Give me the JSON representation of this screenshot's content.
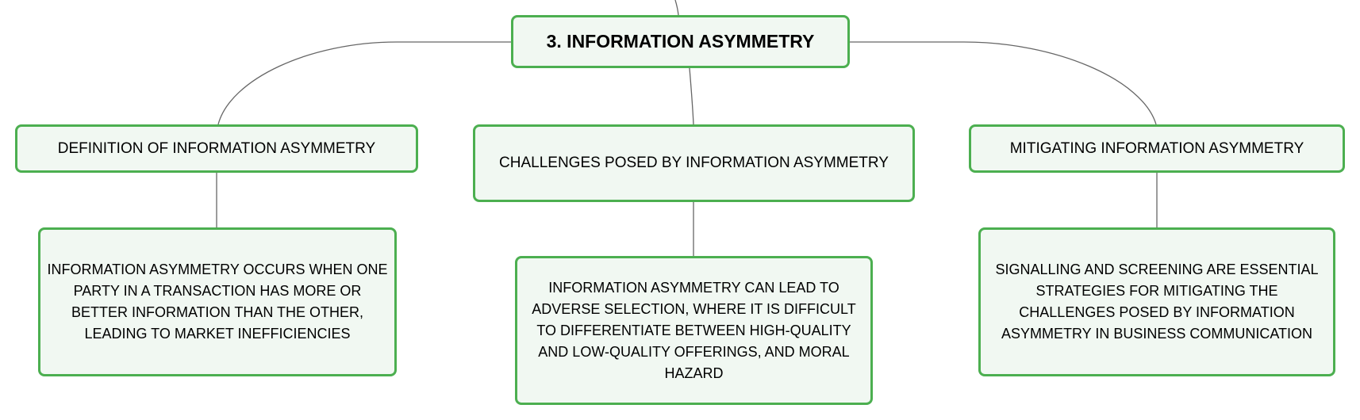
{
  "root": {
    "label": "3. INFORMATION ASYMMETRY"
  },
  "branches": [
    {
      "label": "DEFINITION OF INFORMATION ASYMMETRY",
      "detail": "INFORMATION ASYMMETRY OCCURS WHEN ONE PARTY IN A TRANSACTION HAS MORE OR BETTER INFORMATION THAN THE OTHER, LEADING TO MARKET INEFFICIENCIES"
    },
    {
      "label": "CHALLENGES POSED BY INFORMATION ASYMMETRY",
      "detail": "INFORMATION ASYMMETRY CAN LEAD TO ADVERSE SELECTION, WHERE IT IS DIFFICULT TO DIFFERENTIATE BETWEEN HIGH-QUALITY AND LOW-QUALITY OFFERINGS, AND MORAL HAZARD"
    },
    {
      "label": "MITIGATING INFORMATION ASYMMETRY",
      "detail": "SIGNALLING AND SCREENING ARE ESSENTIAL STRATEGIES FOR MITIGATING THE CHALLENGES POSED BY INFORMATION ASYMMETRY IN BUSINESS COMMUNICATION"
    }
  ],
  "colors": {
    "node_border": "#4caf50",
    "node_fill": "#f1f8f2",
    "connector": "#666666"
  }
}
